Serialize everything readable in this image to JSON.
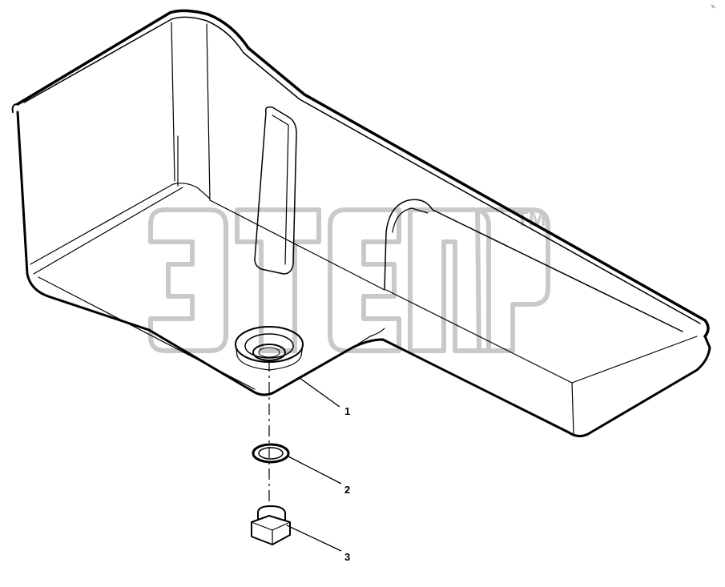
{
  "diagram": {
    "callouts": [
      {
        "id": "1",
        "label": "1"
      },
      {
        "id": "2",
        "label": "2"
      },
      {
        "id": "3",
        "label": "3"
      }
    ],
    "watermark": {
      "mark": "TM",
      "logo_icon": "etep-logo-watermark"
    },
    "colors": {
      "line": "#000000",
      "watermark": "#c9c9c9",
      "background": "#ffffff"
    }
  }
}
